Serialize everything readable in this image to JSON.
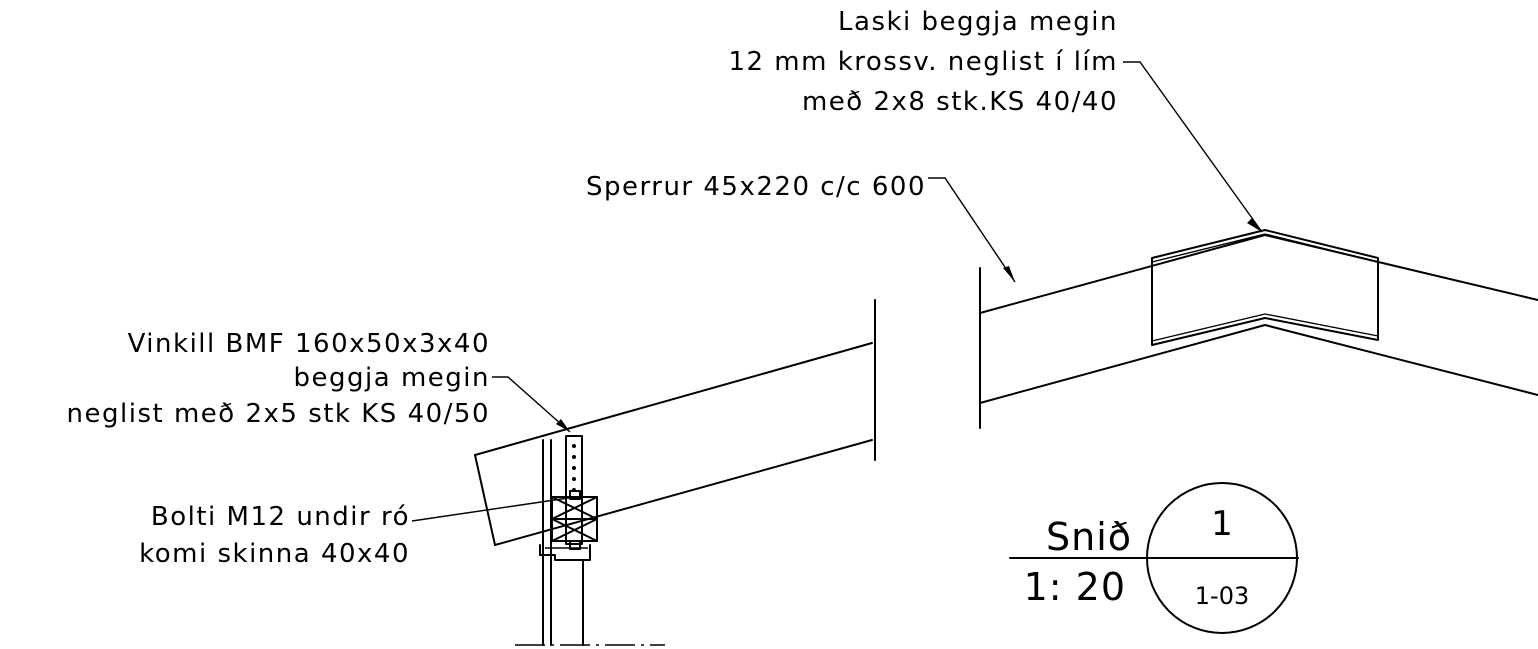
{
  "annotations": {
    "laski": {
      "line1": "Laski beggja megin",
      "line2": "12 mm krossv. neglist í lím",
      "line3": "með 2x8 stk.KS 40/40"
    },
    "sperrur": {
      "line1": "Sperrur 45x220 c/c 600"
    },
    "vinkill": {
      "line1": "Vinkill BMF 160x50x3x40",
      "line2": "beggja megin",
      "line3": "neglist með 2x5 stk KS 40/50"
    },
    "bolti": {
      "line1": "Bolti M12 undir ró",
      "line2": "komi skinna 40x40"
    }
  },
  "title_block": {
    "title": "Snið",
    "scale": "1: 20",
    "section_number": "1",
    "sheet_reference": "1-03"
  }
}
